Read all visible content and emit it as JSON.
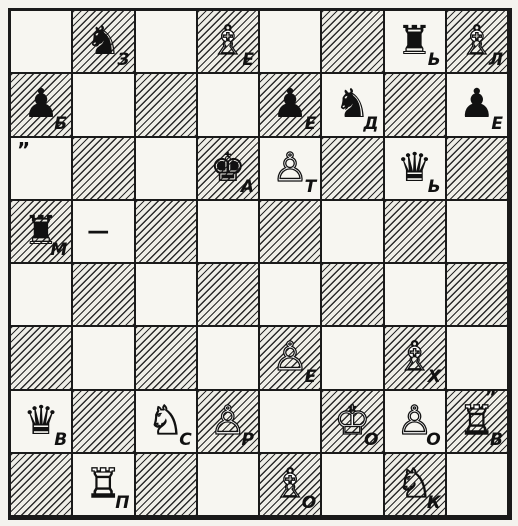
{
  "board": {
    "squares": [
      [
        "",
        "bN",
        "",
        "wB",
        "",
        "",
        "bR",
        "wB"
      ],
      [
        "bP",
        "",
        "",
        "",
        "bP",
        "bN",
        "",
        "bP"
      ],
      [
        "",
        "",
        "",
        "bK",
        "wP",
        "",
        "bQ",
        ""
      ],
      [
        "bR",
        "",
        "",
        "",
        "",
        "",
        "",
        ""
      ],
      [
        "",
        "",
        "",
        "",
        "",
        "",
        "",
        ""
      ],
      [
        "",
        "",
        "",
        "",
        "wP",
        "",
        "wB",
        ""
      ],
      [
        "bQ",
        "",
        "wN",
        "wP",
        "",
        "wK",
        "wP",
        "wR"
      ],
      [
        "",
        "wR",
        "",
        "",
        "wB",
        "",
        "wN",
        ""
      ]
    ],
    "labels": [
      [
        "",
        "З",
        "",
        "Е",
        "",
        "",
        "Ь",
        "Л"
      ],
      [
        "Б",
        "",
        "",
        "",
        "Е",
        "Д",
        "",
        "Е"
      ],
      [
        "",
        "",
        "",
        "А",
        "Т",
        "",
        "Ь",
        ""
      ],
      [
        "М",
        "",
        "",
        "",
        "",
        "",
        "",
        ""
      ],
      [
        "",
        "",
        "",
        "",
        "",
        "",
        "",
        ""
      ],
      [
        "",
        "",
        "",
        "",
        "Е",
        "",
        "Х",
        ""
      ],
      [
        "В",
        "",
        "С",
        "Р",
        "",
        "О",
        "О",
        "В"
      ],
      [
        "",
        "П",
        "",
        "",
        "О",
        "",
        "К",
        ""
      ]
    ],
    "marks": [
      {
        "row": 2,
        "col": 0,
        "text": "”"
      },
      {
        "row": 3,
        "col": 1,
        "text": "—"
      },
      {
        "row": 6,
        "col": 7,
        "text": "”"
      }
    ]
  }
}
